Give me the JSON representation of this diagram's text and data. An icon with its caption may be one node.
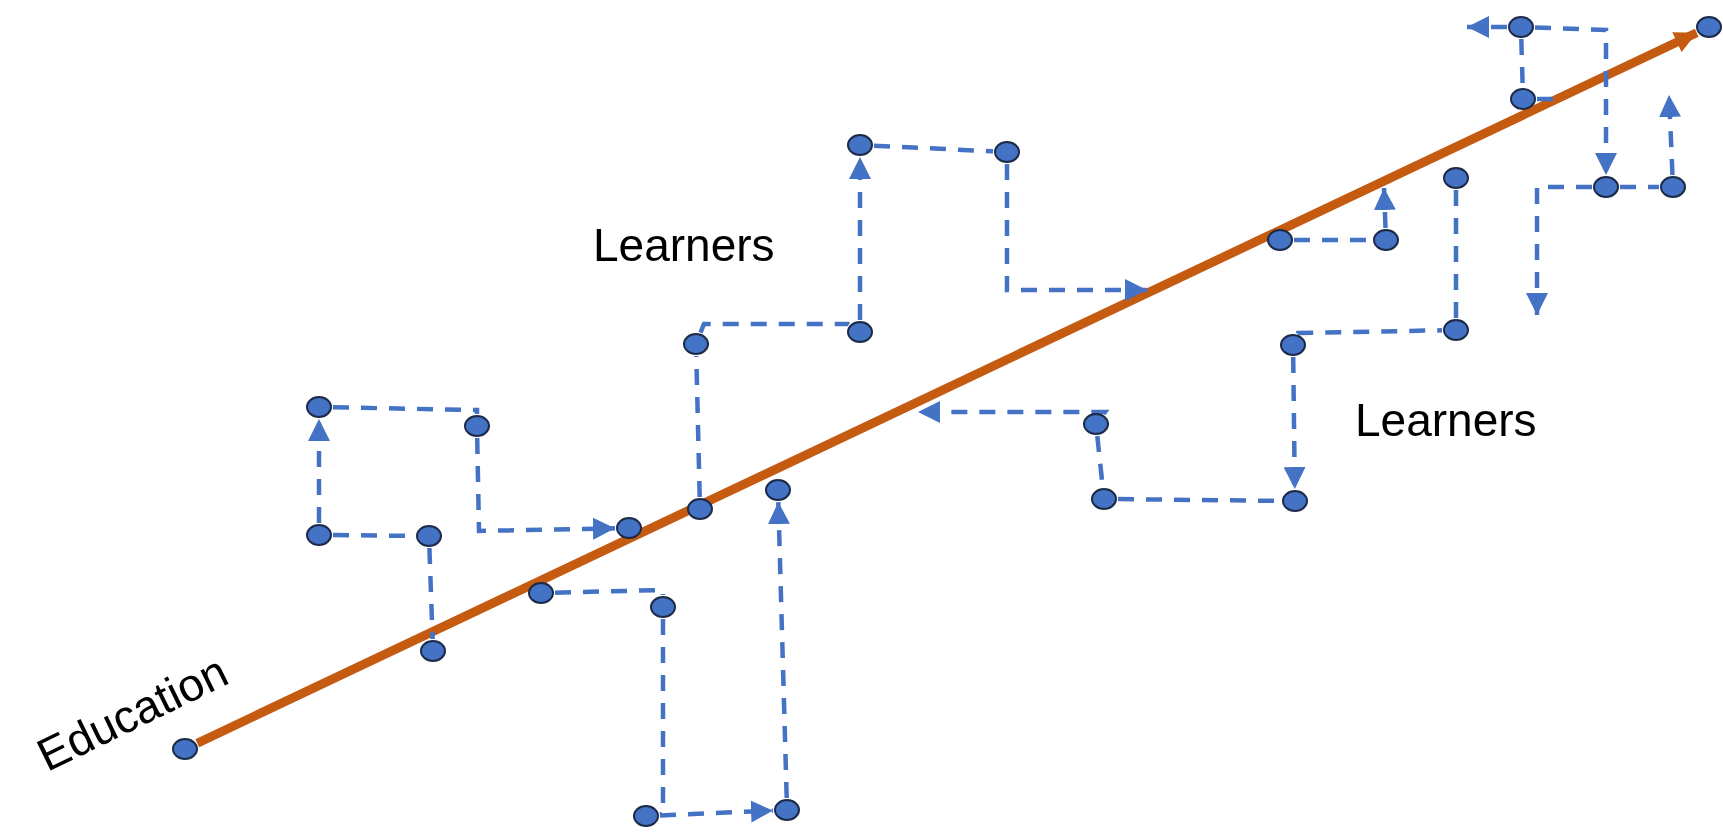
{
  "diagram": {
    "nodes": [
      {
        "text": [],
        "shape": "circle"
      },
      {
        "text": [],
        "shape": "circle"
      },
      {
        "text": [],
        "shape": "circle"
      },
      {
        "text": [],
        "shape": "circle"
      },
      {
        "text": [],
        "shape": "circle"
      },
      {
        "text": [],
        "shape": "circle"
      },
      {
        "text": [],
        "shape": "circle"
      },
      {
        "text": [],
        "shape": "circle"
      },
      {
        "text": [],
        "shape": "circle"
      },
      {
        "text": [],
        "shape": "circle"
      },
      {
        "text": [],
        "shape": "circle"
      },
      {
        "text": [],
        "shape": "circle"
      },
      {
        "text": [],
        "shape": "circle"
      },
      {
        "text": [],
        "shape": "circle"
      },
      {
        "text": [],
        "shape": "circle"
      },
      {
        "text": [],
        "shape": "circle"
      },
      {
        "text": [],
        "shape": "circle"
      },
      {
        "text": [],
        "shape": "circle"
      },
      {
        "text": [],
        "shape": "circle"
      },
      {
        "text": [],
        "shape": "circle"
      },
      {
        "text": [],
        "shape": "circle"
      },
      {
        "text": [],
        "shape": "circle"
      },
      {
        "text": [],
        "shape": "circle"
      },
      {
        "text": [],
        "shape": "circle"
      },
      {
        "text": [],
        "shape": "circle"
      },
      {
        "text": [],
        "shape": "circle"
      },
      {
        "text": [],
        "shape": "circle"
      },
      {
        "text": [],
        "shape": "circle"
      },
      {
        "text": [],
        "shape": "circle"
      },
      {
        "text": [],
        "shape": "circle"
      }
    ],
    "edges": [
      {
        "from": 0,
        "to": 1,
        "arrow": "to",
        "style": "thick",
        "color": "#c55a11"
      },
      {
        "from": 4,
        "to": 2,
        "arrow": "to",
        "style": "dashed"
      },
      {
        "from": 2,
        "to": 3,
        "arrow": "none",
        "style": "dashed"
      },
      {
        "from": 3,
        "to": 6,
        "arrow": "to",
        "style": "dashed"
      },
      {
        "from": 4,
        "to": 5,
        "arrow": "none",
        "style": "dashed"
      },
      {
        "from": 5,
        "to": 7,
        "arrow": "none",
        "style": "dashed"
      },
      {
        "from": 8,
        "to": 9,
        "arrow": "none",
        "style": "dashed"
      },
      {
        "from": 9,
        "to": 16,
        "arrow": "none",
        "style": "dashed"
      },
      {
        "from": 16,
        "to": 17,
        "arrow": "to",
        "style": "dashed"
      },
      {
        "from": 17,
        "to": 15,
        "arrow": "to",
        "style": "dashed"
      },
      {
        "from": 14,
        "to": 10,
        "arrow": "none",
        "style": "dashed"
      },
      {
        "from": 10,
        "to": 11,
        "arrow": "none",
        "style": "dashed"
      },
      {
        "from": 11,
        "to": 12,
        "arrow": "to",
        "style": "dashed"
      },
      {
        "from": 12,
        "to": 13,
        "arrow": "none",
        "style": "dashed"
      },
      {
        "from": 13,
        "to": null,
        "arrow": "to",
        "style": "dashed"
      },
      {
        "from": 18,
        "to": null,
        "arrow": "to",
        "style": "dashed"
      },
      {
        "from": 18,
        "to": 19,
        "arrow": "none",
        "style": "dashed"
      },
      {
        "from": 19,
        "to": 20,
        "arrow": "none",
        "style": "dashed"
      },
      {
        "from": 21,
        "to": 20,
        "arrow": "to",
        "style": "dashed"
      },
      {
        "from": 21,
        "to": 22,
        "arrow": "none",
        "style": "dashed"
      },
      {
        "from": 22,
        "to": 23,
        "arrow": "none",
        "style": "dashed"
      },
      {
        "from": 24,
        "to": 25,
        "arrow": "none",
        "style": "dashed"
      },
      {
        "from": 25,
        "to": null,
        "arrow": "to",
        "style": "dashed"
      },
      {
        "from": 26,
        "to": null,
        "arrow": "to",
        "style": "dashed"
      },
      {
        "from": 26,
        "to": 28,
        "arrow": "to",
        "style": "dashed"
      },
      {
        "from": 27,
        "to": null,
        "arrow": "none",
        "style": "dashed"
      },
      {
        "from": 26,
        "to": 27,
        "arrow": "none",
        "style": "dashed"
      },
      {
        "from": 28,
        "to": 29,
        "arrow": "none",
        "style": "dashed"
      },
      {
        "from": 28,
        "to": null,
        "arrow": "to",
        "style": "dashed"
      },
      {
        "from": 29,
        "to": null,
        "arrow": "to",
        "style": "dashed"
      }
    ],
    "labels": [
      "Learners",
      "Learners",
      "Education"
    ]
  }
}
